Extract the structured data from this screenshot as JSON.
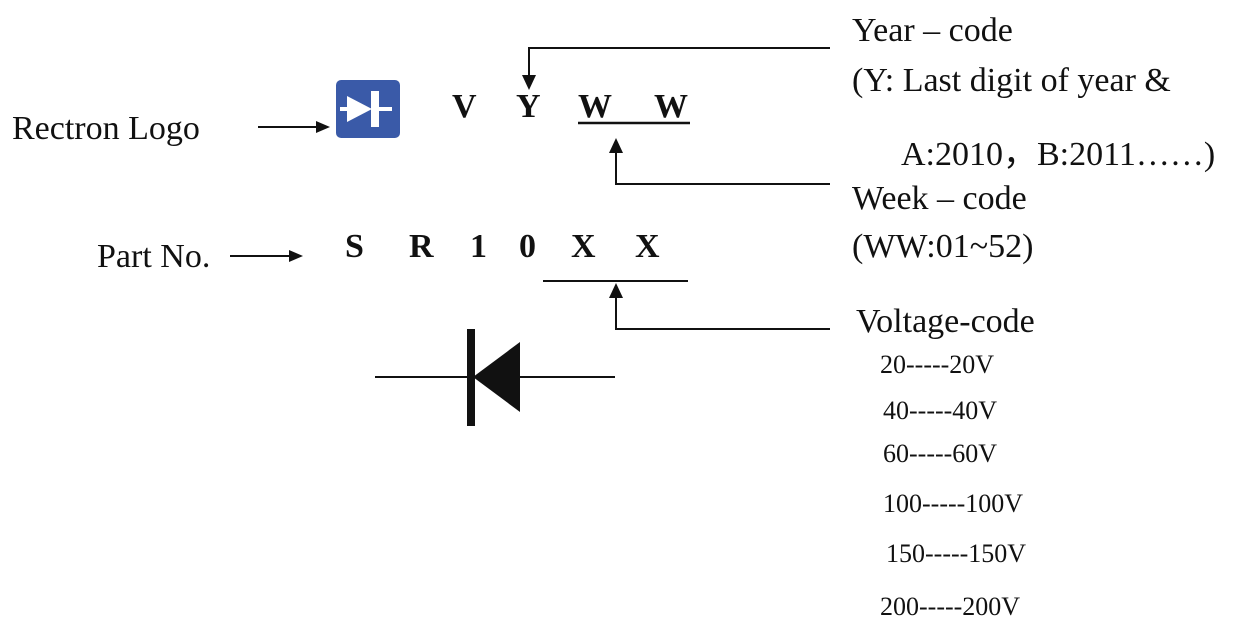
{
  "labels": {
    "logo": "Rectron Logo",
    "part_no": "Part No."
  },
  "marking_line1": [
    "V",
    "Y",
    "W",
    "W"
  ],
  "marking_line2": [
    "S",
    "R",
    "1",
    "0",
    "X",
    "X"
  ],
  "year_code": {
    "title": "Year – code",
    "line1": "(Y: Last digit of year &",
    "line2": "A:2010，B:2011……)"
  },
  "week_code": {
    "title": "Week – code",
    "range": "(WW:01~52)"
  },
  "voltage_code": {
    "title": "Voltage-code",
    "entries": [
      "20-----20V",
      "40-----40V",
      "60-----60V",
      "100-----100V",
      "150-----150V",
      "200-----200V"
    ]
  },
  "colors": {
    "logo_blue": "#3a5aa8",
    "ink": "#111111"
  },
  "icons": {
    "logo": "diode-logo-icon",
    "schematic": "diode-symbol-icon"
  }
}
